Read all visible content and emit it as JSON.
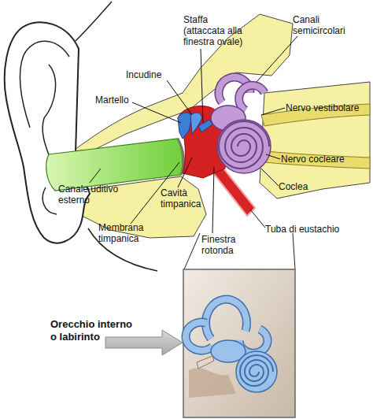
{
  "diagram": {
    "labels": [
      "Staffa (attaccata alla finestra ovale)",
      "Canali semicircolari",
      "Incudine",
      "Martello",
      "Nervo vestibolare",
      "Nervo cocleare",
      "Canale uditivo esterno",
      "Coclea",
      "Cavità timpanica",
      "Membrana timpanica",
      "Tuba di eustachio",
      "Finestra rotonda",
      "Orecchio interno o labirinto"
    ]
  }
}
